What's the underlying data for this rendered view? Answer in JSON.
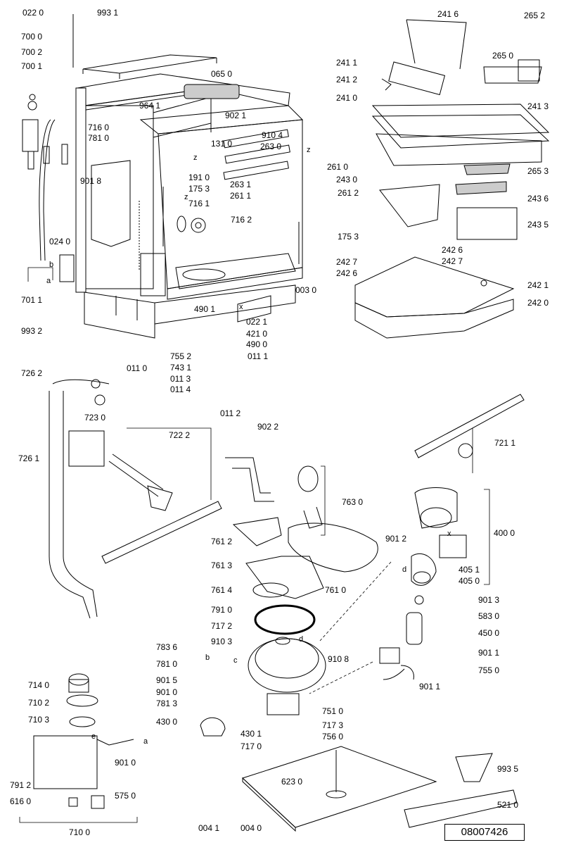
{
  "document_number": "08007426",
  "labels": [
    {
      "id": "022-0",
      "text": "022 0"
    },
    {
      "id": "993-1",
      "text": "993 1"
    },
    {
      "id": "700-0",
      "text": "700 0"
    },
    {
      "id": "700-2",
      "text": "700 2"
    },
    {
      "id": "700-1",
      "text": "700 1"
    },
    {
      "id": "065-0",
      "text": "065 0"
    },
    {
      "id": "964-1",
      "text": "964 1"
    },
    {
      "id": "902-1",
      "text": "902 1"
    },
    {
      "id": "716-0",
      "text": "716 0"
    },
    {
      "id": "781-0-top",
      "text": "781 0"
    },
    {
      "id": "910-4",
      "text": "910 4"
    },
    {
      "id": "131-0",
      "text": "131 0"
    },
    {
      "id": "263-0",
      "text": "263 0"
    },
    {
      "id": "191-0",
      "text": "191 0"
    },
    {
      "id": "901-8",
      "text": "901 8"
    },
    {
      "id": "175-3-left",
      "text": "175 3"
    },
    {
      "id": "263-1",
      "text": "263 1"
    },
    {
      "id": "261-1",
      "text": "261 1"
    },
    {
      "id": "261-0",
      "text": "261 0"
    },
    {
      "id": "261-2",
      "text": "261 2"
    },
    {
      "id": "716-1",
      "text": "716 1"
    },
    {
      "id": "716-2",
      "text": "716 2"
    },
    {
      "id": "175-3-right",
      "text": "175 3"
    },
    {
      "id": "024-0",
      "text": "024 0"
    },
    {
      "id": "003-0",
      "text": "003 0"
    },
    {
      "id": "701-1",
      "text": "701 1"
    },
    {
      "id": "490-1",
      "text": "490 1"
    },
    {
      "id": "022-1",
      "text": "022 1"
    },
    {
      "id": "421-0",
      "text": "421 0"
    },
    {
      "id": "490-0",
      "text": "490 0"
    },
    {
      "id": "993-2",
      "text": "993 2"
    },
    {
      "id": "755-2",
      "text": "755 2"
    },
    {
      "id": "011-0",
      "text": "011 0"
    },
    {
      "id": "743-1",
      "text": "743 1"
    },
    {
      "id": "011-1",
      "text": "011 1"
    },
    {
      "id": "011-3",
      "text": "011 3"
    },
    {
      "id": "011-4",
      "text": "011 4"
    },
    {
      "id": "011-2",
      "text": "011 2"
    },
    {
      "id": "902-2",
      "text": "902 2"
    },
    {
      "id": "241-6",
      "text": "241 6"
    },
    {
      "id": "265-2",
      "text": "265 2"
    },
    {
      "id": "241-1",
      "text": "241 1"
    },
    {
      "id": "265-0",
      "text": "265 0"
    },
    {
      "id": "241-2",
      "text": "241 2"
    },
    {
      "id": "241-3",
      "text": "241 3"
    },
    {
      "id": "241-0",
      "text": "241 0"
    },
    {
      "id": "243-0",
      "text": "243 0"
    },
    {
      "id": "265-3",
      "text": "265 3"
    },
    {
      "id": "243-6",
      "text": "243 6"
    },
    {
      "id": "243-5",
      "text": "243 5"
    },
    {
      "id": "242-6-a",
      "text": "242 6"
    },
    {
      "id": "242-7-a",
      "text": "242 7"
    },
    {
      "id": "242-7-b",
      "text": "242 7"
    },
    {
      "id": "242-6-b",
      "text": "242 6"
    },
    {
      "id": "242-1",
      "text": "242 1"
    },
    {
      "id": "242-0",
      "text": "242 0"
    },
    {
      "id": "726-2",
      "text": "726 2"
    },
    {
      "id": "723-0",
      "text": "723 0"
    },
    {
      "id": "722-2",
      "text": "722 2"
    },
    {
      "id": "726-1",
      "text": "726 1"
    },
    {
      "id": "721-1",
      "text": "721 1"
    },
    {
      "id": "763-0",
      "text": "763 0"
    },
    {
      "id": "400-0",
      "text": "400 0"
    },
    {
      "id": "761-2",
      "text": "761 2"
    },
    {
      "id": "901-2",
      "text": "901 2"
    },
    {
      "id": "761-3",
      "text": "761 3"
    },
    {
      "id": "405-1",
      "text": "405 1"
    },
    {
      "id": "761-4",
      "text": "761 4"
    },
    {
      "id": "761-0",
      "text": "761 0"
    },
    {
      "id": "405-0",
      "text": "405 0"
    },
    {
      "id": "791-0",
      "text": "791 0"
    },
    {
      "id": "901-3",
      "text": "901 3"
    },
    {
      "id": "583-0",
      "text": "583 0"
    },
    {
      "id": "717-2",
      "text": "717 2"
    },
    {
      "id": "450-0",
      "text": "450 0"
    },
    {
      "id": "783-6",
      "text": "783 6"
    },
    {
      "id": "910-3",
      "text": "910 3"
    },
    {
      "id": "910-8",
      "text": "910 8"
    },
    {
      "id": "901-1-a",
      "text": "901 1"
    },
    {
      "id": "781-0-bot",
      "text": "781 0"
    },
    {
      "id": "755-0",
      "text": "755 0"
    },
    {
      "id": "714-0",
      "text": "714 0"
    },
    {
      "id": "901-5",
      "text": "901 5"
    },
    {
      "id": "901-1-b",
      "text": "901 1"
    },
    {
      "id": "901-0-mid",
      "text": "901 0"
    },
    {
      "id": "710-2",
      "text": "710 2"
    },
    {
      "id": "781-3",
      "text": "781 3"
    },
    {
      "id": "751-0",
      "text": "751 0"
    },
    {
      "id": "710-3",
      "text": "710 3"
    },
    {
      "id": "430-0",
      "text": "430 0"
    },
    {
      "id": "717-3",
      "text": "717 3"
    },
    {
      "id": "430-1",
      "text": "430 1"
    },
    {
      "id": "756-0",
      "text": "756 0"
    },
    {
      "id": "717-0",
      "text": "717 0"
    },
    {
      "id": "901-0-bot",
      "text": "901 0"
    },
    {
      "id": "791-2",
      "text": "791 2"
    },
    {
      "id": "993-5",
      "text": "993 5"
    },
    {
      "id": "623-0",
      "text": "623 0"
    },
    {
      "id": "616-0",
      "text": "616 0"
    },
    {
      "id": "575-0",
      "text": "575 0"
    },
    {
      "id": "521-0",
      "text": "521 0"
    },
    {
      "id": "710-0",
      "text": "710 0"
    },
    {
      "id": "004-1",
      "text": "004 1"
    },
    {
      "id": "004-0",
      "text": "004 0"
    }
  ],
  "letters": [
    {
      "id": "z-1",
      "text": "z"
    },
    {
      "id": "z-2",
      "text": "z"
    },
    {
      "id": "z-3",
      "text": "z"
    },
    {
      "id": "x-1",
      "text": "x"
    },
    {
      "id": "a-1",
      "text": "a"
    },
    {
      "id": "b-1",
      "text": "b"
    },
    {
      "id": "x-2",
      "text": "x"
    },
    {
      "id": "d-1",
      "text": "d"
    },
    {
      "id": "d-2",
      "text": "d"
    },
    {
      "id": "b-2",
      "text": "b"
    },
    {
      "id": "c-1",
      "text": "c"
    },
    {
      "id": "e-1",
      "text": "e"
    },
    {
      "id": "a-2",
      "text": "a"
    }
  ]
}
